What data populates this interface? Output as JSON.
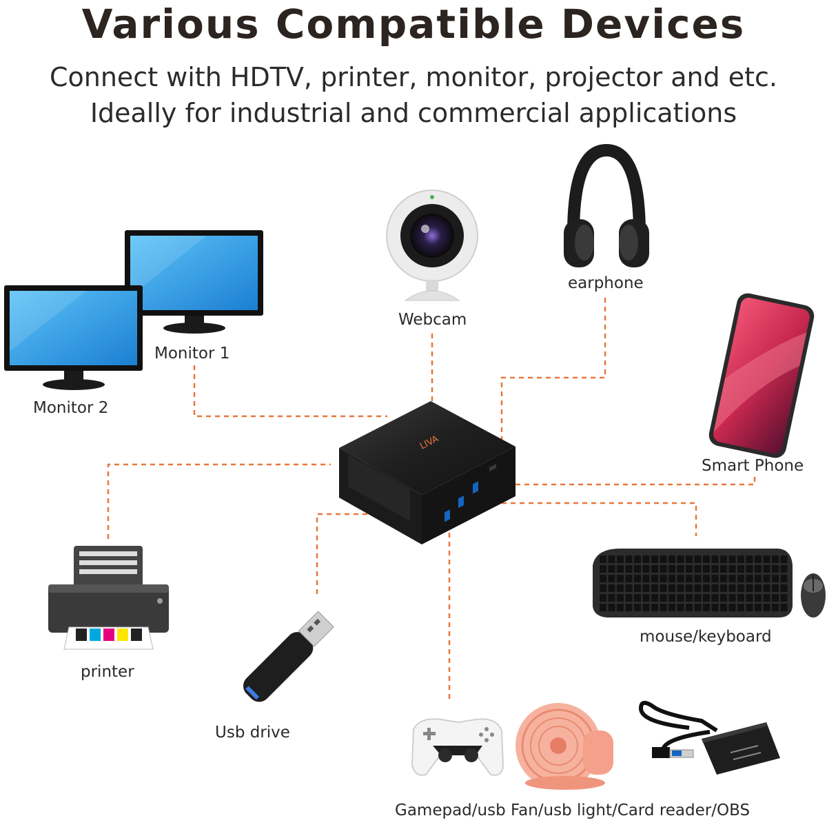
{
  "heading": {
    "title": "Various Compatible Devices",
    "subtitle_line1": "Connect with HDTV, printer, monitor, projector and etc.",
    "subtitle_line2": "Ideally for industrial and commercial applications"
  },
  "device": {
    "logo_text": "LIVA"
  },
  "labels": {
    "monitor1": "Monitor 1",
    "monitor2": "Monitor 2",
    "webcam": "Webcam",
    "earphone": "earphone",
    "smartphone": "Smart Phone",
    "printer": "printer",
    "usb_drive": "Usb drive",
    "mouse_keyboard": "mouse/keyboard",
    "peripherals": "Gamepad/usb Fan/usb light/Card reader/OBS"
  },
  "colors": {
    "connector_line": "#e8763a",
    "screen_blue": "#2f9be6",
    "device_body": "#1c1c1c",
    "fan_pink": "#f4a08a",
    "phone_red": "#c8284f"
  }
}
